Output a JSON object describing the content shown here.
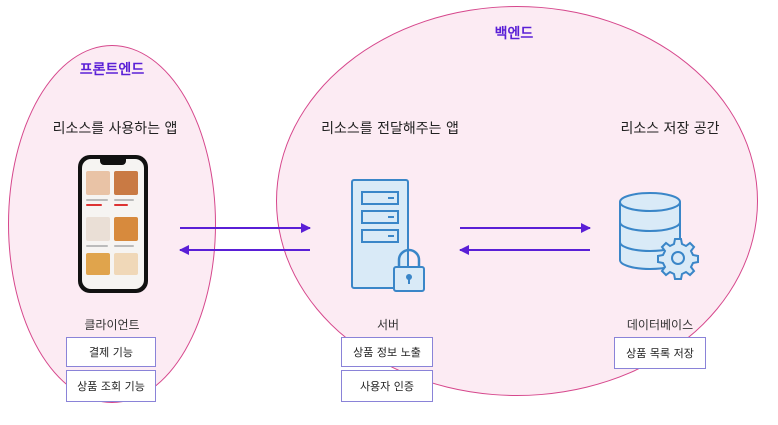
{
  "frontend": {
    "title": "프론트엔드",
    "heading": "리소스를 사용하는 앱",
    "node_label": "클라이언트",
    "features": [
      "결제 기능",
      "상품 조회 기능"
    ]
  },
  "backend": {
    "title": "백엔드",
    "server": {
      "heading": "리소스를 전달해주는 앱",
      "node_label": "서버",
      "features": [
        "상품 정보 노출",
        "사용자 인증"
      ]
    },
    "database": {
      "heading": "리소스 저장 공간",
      "node_label": "데이터베이스",
      "features": [
        "상품 목록 저장"
      ]
    }
  },
  "colors": {
    "ellipse_border": "#d6478c",
    "ellipse_fill": "#fcebf3",
    "title": "#5a1fd6",
    "arrow": "#5a1fd6",
    "icon_fill": "#d9eaf7",
    "icon_stroke": "#3a86c8"
  },
  "icons": {
    "client": "smartphone-icon",
    "server": "server-lock-icon",
    "database": "database-gear-icon"
  }
}
